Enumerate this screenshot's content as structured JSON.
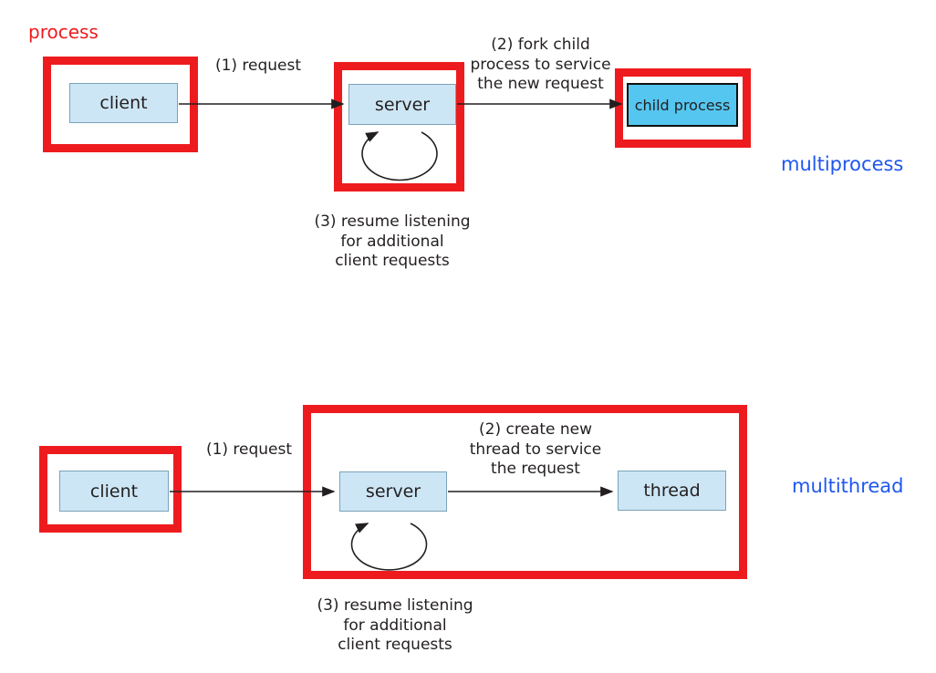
{
  "palette": {
    "red": "#ee1b1e",
    "blue_label": "#1f56f0",
    "ink": "#231f20",
    "box_light_fill": "#cde6f5",
    "box_light_border": "#7ba2b8",
    "box_bright_fill": "#55c6f0"
  },
  "top_diagram": {
    "section_label": "process",
    "side_label": "multiprocess",
    "client_label": "client",
    "server_label": "server",
    "child_label": "child process",
    "request_label": "(1) request",
    "fork_lines": [
      "(2) fork child",
      "process to service",
      "the new request"
    ],
    "resume_lines": [
      "(3) resume listening",
      "for additional",
      "client requests"
    ]
  },
  "bottom_diagram": {
    "side_label": "multithread",
    "client_label": "client",
    "server_label": "server",
    "thread_label": "thread",
    "request_label": "(1) request",
    "create_lines": [
      "(2) create new",
      "thread to service",
      "the request"
    ],
    "resume_lines": [
      "(3) resume listening",
      "for additional",
      "client requests"
    ]
  }
}
